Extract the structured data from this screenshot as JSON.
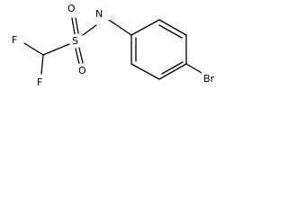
{
  "molecule": {
    "atoms": {
      "n": "N",
      "s": "S",
      "o_top": "O",
      "o_bottom": "O",
      "f_top": "F",
      "f_bottom": "F",
      "br": "Br"
    },
    "colors": {
      "bond": "#000000",
      "text": "#000000",
      "background": "#ffffff"
    }
  }
}
